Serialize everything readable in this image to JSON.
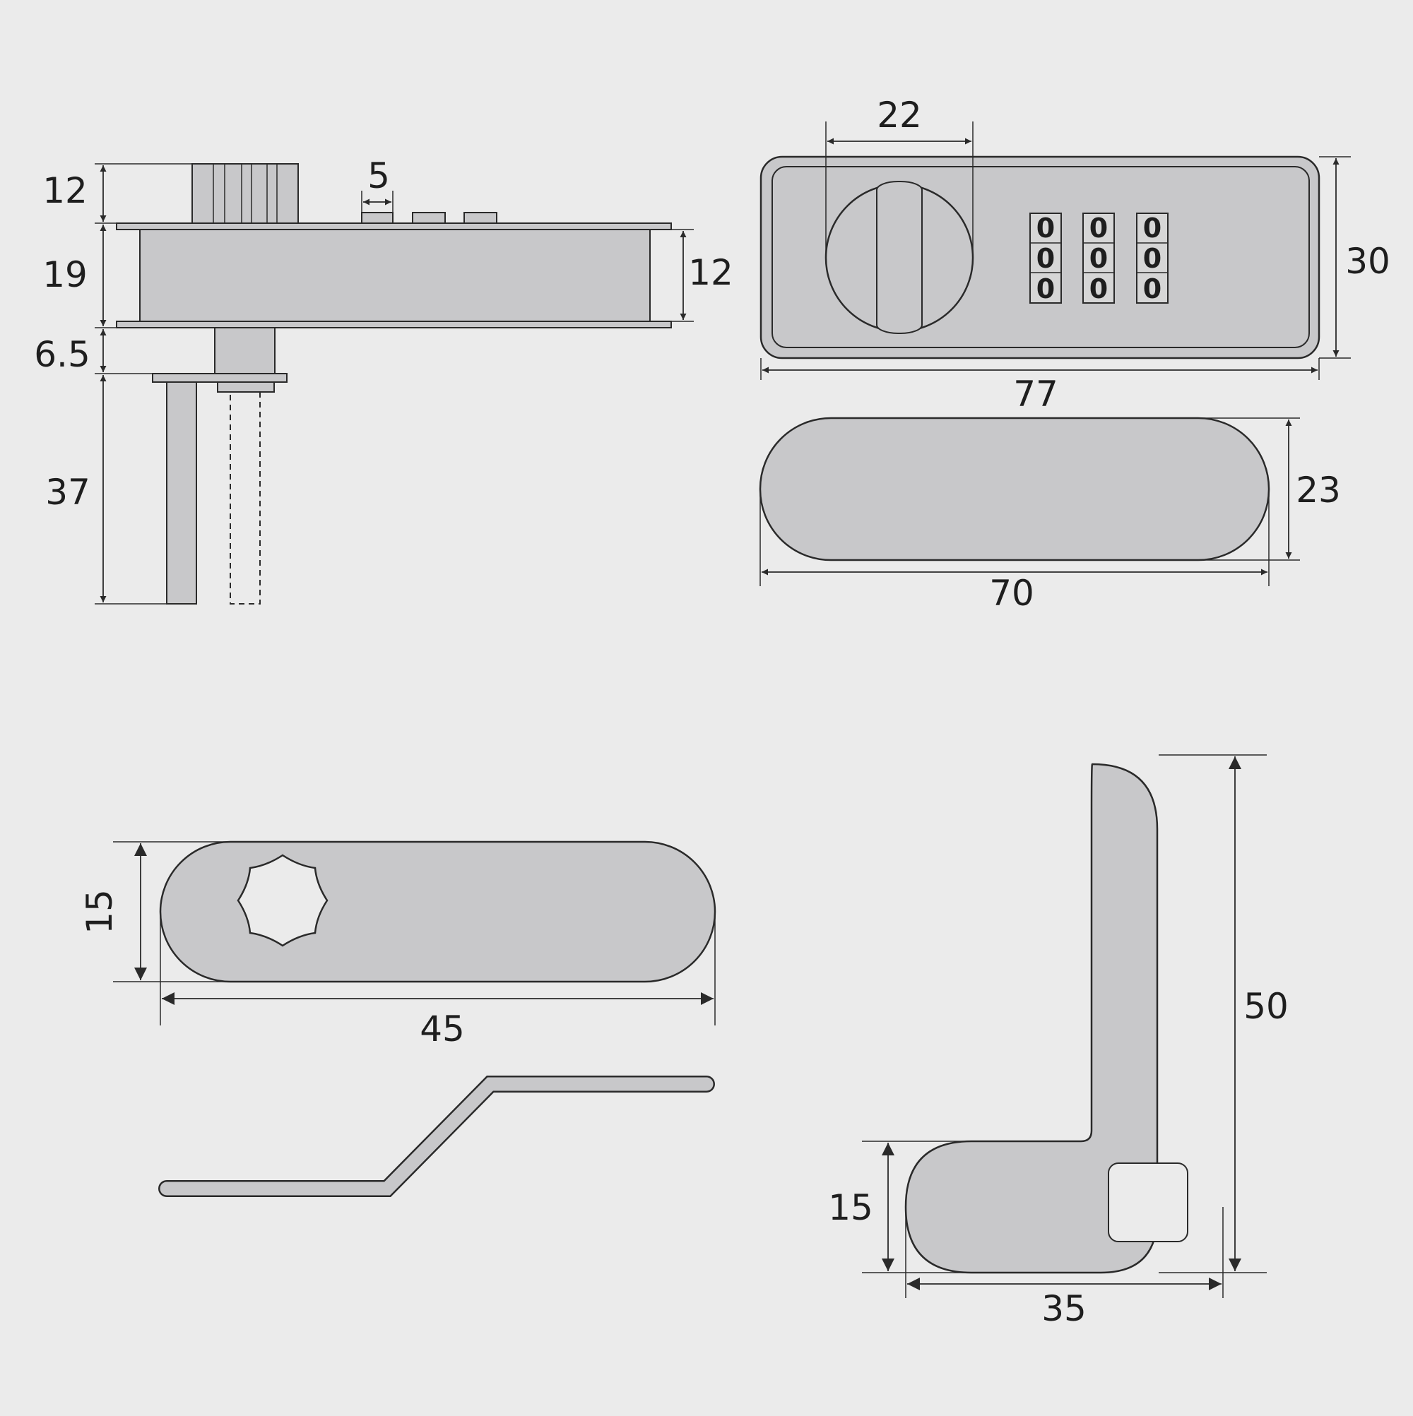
{
  "background_color": "#ebebeb",
  "part_fill_color": "#c8c8ca",
  "line_color": "#2a2a2a",
  "side_view": {
    "dim_top_knob_height": "12",
    "dim_body_height": "19",
    "dim_inner_height": "12",
    "dim_neck_height": "6.5",
    "dim_shaft_length": "37",
    "dim_button_width": "5"
  },
  "front_view": {
    "dim_knob_diameter": "22",
    "dim_height": "30",
    "dim_width": "77",
    "combination_digits": [
      [
        "0",
        "0",
        "0"
      ],
      [
        "0",
        "0",
        "0"
      ],
      [
        "0",
        "0",
        "0"
      ]
    ]
  },
  "back_plate": {
    "dim_height": "23",
    "dim_width": "70"
  },
  "straight_cam": {
    "dim_height": "15",
    "dim_length": "45"
  },
  "l_cam": {
    "dim_height": "50",
    "dim_width": "35",
    "dim_arm_height": "15"
  }
}
